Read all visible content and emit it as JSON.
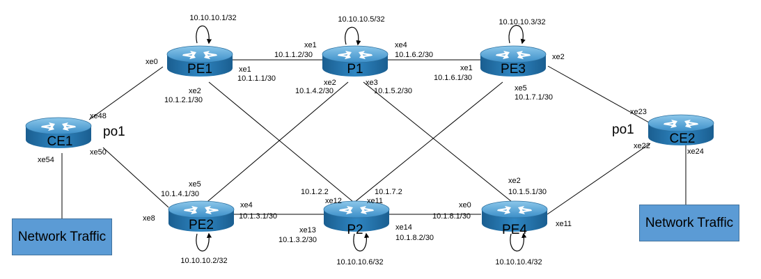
{
  "routers": {
    "PE1": {
      "name": "PE1",
      "loopback": "10.10.10.1/32"
    },
    "P1": {
      "name": "P1",
      "loopback": "10.10.10.5/32"
    },
    "PE3": {
      "name": "PE3",
      "loopback": "10.10.10.3/32"
    },
    "CE1": {
      "name": "CE1"
    },
    "CE2": {
      "name": "CE2"
    },
    "PE2": {
      "name": "PE2",
      "loopback": "10.10.10.2/32"
    },
    "P2": {
      "name": "P2",
      "loopback": "10.10.10.6/32"
    },
    "PE4": {
      "name": "PE4",
      "loopback": "10.10.10.4/32"
    }
  },
  "portchannel": {
    "left": "po1",
    "right": "po1"
  },
  "traffic": {
    "left": "Network Traffic",
    "right": "Network Traffic"
  },
  "labels": {
    "pe1_xe0": "xe0",
    "pe1_xe1": "xe1",
    "pe1_xe1_ip": "10.1.1.1/30",
    "pe1_xe2": "xe2",
    "pe1_xe2_ip": "10.1.2.1/30",
    "p1_xe1": "xe1",
    "p1_xe1_ip": "10.1.1.2/30",
    "p1_xe4": "xe4",
    "p1_xe4_ip": "10.1.6.2/30",
    "p1_xe2": "xe2",
    "p1_xe2_ip": "10.1.4.2/30",
    "p1_xe3": "xe3",
    "p1_xe3_ip": "10.1.5.2/30",
    "pe3_xe1": "xe1",
    "pe3_xe1_ip": "10.1.6.1/30",
    "pe3_xe2": "xe2",
    "pe3_xe5": "xe5",
    "pe3_xe5_ip": "10.1.7.1/30",
    "ce1_xe48": "xe48",
    "ce1_xe50": "xe50",
    "ce1_xe54": "xe54",
    "ce2_xe23": "xe23",
    "ce2_xe22": "xe22",
    "ce2_xe24": "xe24",
    "pe2_xe5": "xe5",
    "pe2_xe5_ip": "10.1.4.1/30",
    "pe2_xe8": "xe8",
    "pe2_xe4": "xe4",
    "pe2_xe4_ip": "10.1.3.1/30",
    "p2_xe13": "xe13",
    "p2_xe13_ip": "10.1.3.2/30",
    "p2_xe12": "xe12",
    "p2_xe12_ip": "10.1.2.2",
    "p2_xe11": "xe11",
    "p2_xe11_ip": "10.1.7.2",
    "p2_xe14": "xe14",
    "p2_xe14_ip": "10.1.8.2/30",
    "pe4_xe0": "xe0",
    "pe4_xe0_ip": "10.1.8.1/30",
    "pe4_xe2": "xe2",
    "pe4_xe2_ip": "10.1.5.1/30",
    "pe4_xe11": "xe11"
  },
  "colors": {
    "router_top": "#5fa8d8",
    "router_side": "#1f6ea6",
    "arrows": "#ffffff",
    "box_fill": "#5b9bd5"
  }
}
